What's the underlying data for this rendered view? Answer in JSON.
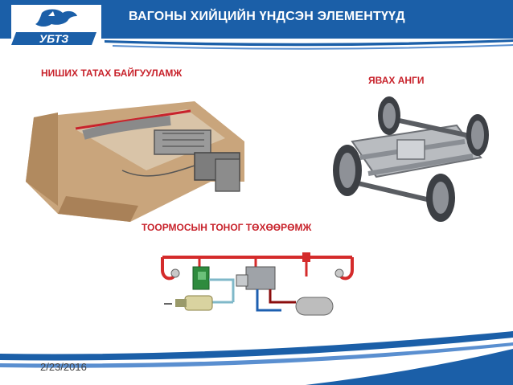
{
  "slide": {
    "title": "ВАГОНЫ ХИЙЦИЙН ҮНДСЭН ЭЛЕМЕНТҮҮД",
    "logo_text": "УБТЗ",
    "labels": {
      "coupler": "НИШИХ ТАТАХ БАЙГУУЛАМЖ",
      "bogie": "ЯВАХ АНГИ",
      "brake": "ТООРМОСЫН ТОНОГ ТӨХӨӨРӨМЖ"
    },
    "date": "2/23/2016"
  },
  "colors": {
    "header_blue": "#1b5fa8",
    "label_red": "#c8232c",
    "stripe_blue": "#2a6fc0"
  },
  "images": {
    "coupler": "automatic-coupler-cutaway-diagram",
    "bogie": "railcar-bogie-wheelset-render",
    "brake": "brake-equipment-pipe-schematic"
  }
}
